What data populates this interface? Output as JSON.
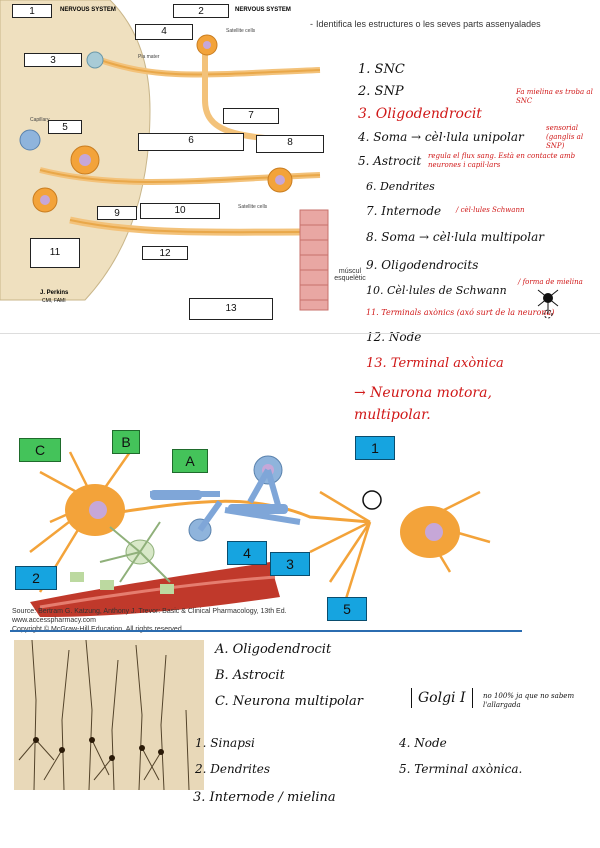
{
  "top_diagram": {
    "header_left": "NERVOUS SYSTEM",
    "header_right": "NERVOUS SYSTEM",
    "label_pia": "Pia mater",
    "label_satellite": "Satellite cells",
    "label_satellite2": "Satellite cells",
    "label_capillary": "Capillary",
    "label_muscle": "múscul esquelètic",
    "author": "J. Perkins",
    "author_sub": "CMI, FAMI",
    "boxes": [
      "1",
      "2",
      "3",
      "4",
      "5",
      "6",
      "7",
      "8",
      "9",
      "10",
      "11",
      "12",
      "13"
    ]
  },
  "instruction": "Identifica les estructures o les seves parts assenyalades",
  "answers_top": [
    {
      "text": "1. SNC",
      "note": ""
    },
    {
      "text": "2. SNP",
      "note": ""
    },
    {
      "text": "3. Oligodendrocit",
      "note": "Fa mielina es troba al SNC"
    },
    {
      "text": "4. Soma → cèl·lula unipolar",
      "note": "sensorial (ganglis al SNP)"
    },
    {
      "text": "5. Astrocit",
      "note": "regula el flux sang. Està en contacte amb neurones i capil·lars"
    },
    {
      "text": "6. Dendrites",
      "note": ""
    },
    {
      "text": "7. Internode",
      "note": "/ cèl·lules Schwann"
    },
    {
      "text": "8. Soma → cèl·lula multipolar",
      "note": ""
    },
    {
      "text": "9. Oligodendrocits",
      "note": ""
    },
    {
      "text": "10. Cèl·lules de Schwann",
      "note": "/ forma de mielina"
    },
    {
      "text": "11. Terminals axònics (axó surt de la neurona)",
      "note": ""
    },
    {
      "text": "12. Node",
      "note": ""
    },
    {
      "text": "13. Terminal axònica",
      "note": ""
    },
    {
      "text": "→ Neurona motora, multipolar.",
      "note": ""
    }
  ],
  "middle_diagram": {
    "labels": {
      "C": "C",
      "B": "B",
      "A": "A",
      "n1": "1",
      "n2": "2",
      "n3": "3",
      "n4": "4",
      "n5": "5"
    },
    "source": "Source: Bertram G. Katzung, Anthony J. Trevor: Basic & Clinical Pharmacology, 13th Ed.",
    "site": "www.accesspharmacy.com",
    "copyright": "Copyright © McGraw-Hill Education. All rights reserved."
  },
  "answers_bottom": {
    "A": "A. Oligodendrocit",
    "B": "B. Astrocit",
    "C": "C. Neurona multipolar",
    "golgi": "Golgi I",
    "golgi_note": "no 100% ja que no sabem l'allargada",
    "n1": "1. Sinapsi",
    "n2": "2. Dendrites",
    "n3": "3. Internode / mielina",
    "n4": "4. Node",
    "n5": "5. Terminal axònica."
  },
  "colors": {
    "neuron": "#f3a33a",
    "glia_blue": "#7fa6d8",
    "astro_green": "#bcd9a0",
    "label_blue": "#16a4e0",
    "label_green": "#44c35a",
    "separator_blue": "#2b6cb0",
    "vessel_red": "#c0392b"
  }
}
